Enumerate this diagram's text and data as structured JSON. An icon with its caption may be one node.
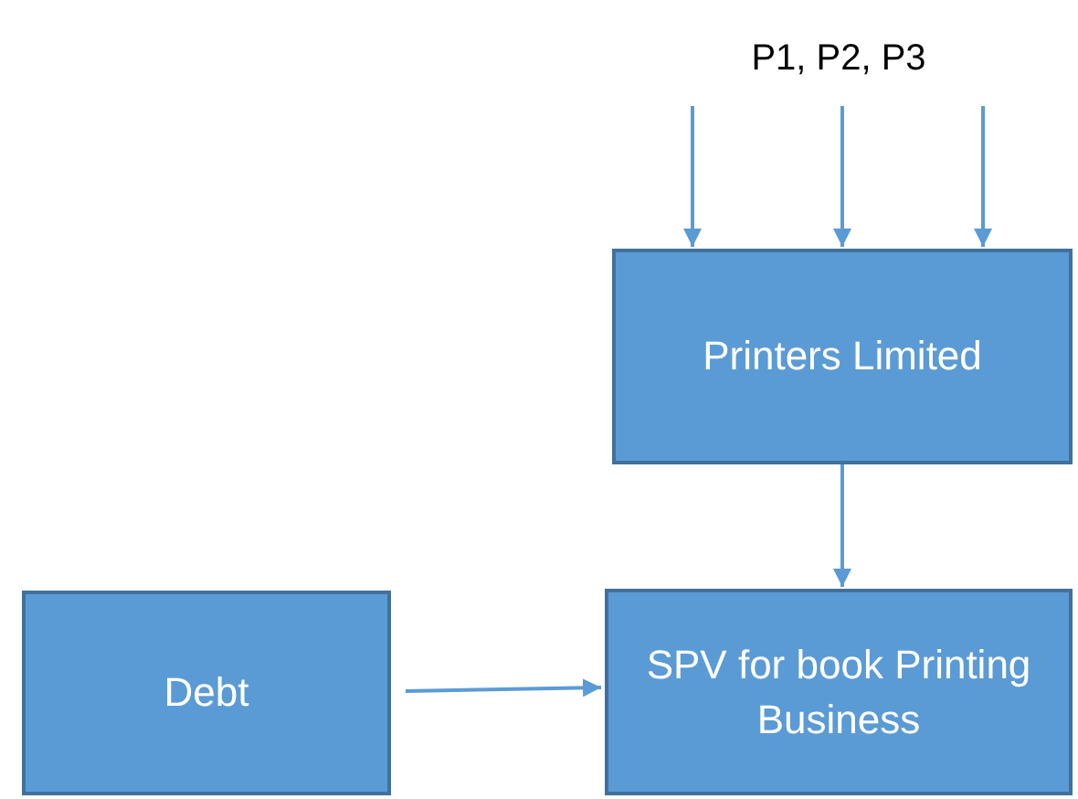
{
  "diagram": {
    "nodes": [
      {
        "text": [
          "P1, P2, P3"
        ]
      },
      {
        "text": [
          "Printers Limited"
        ]
      },
      {
        "text": [
          "Debt"
        ]
      },
      {
        "text": [
          "SPV for book Printing Business"
        ]
      }
    ],
    "edges": [
      {
        "from": 0,
        "to": 1,
        "arrow": "to"
      },
      {
        "from": 0,
        "to": 1,
        "arrow": "to"
      },
      {
        "from": 0,
        "to": 1,
        "arrow": "to"
      },
      {
        "from": 1,
        "to": 3,
        "arrow": "to"
      },
      {
        "from": 2,
        "to": 3,
        "arrow": "to"
      }
    ]
  }
}
